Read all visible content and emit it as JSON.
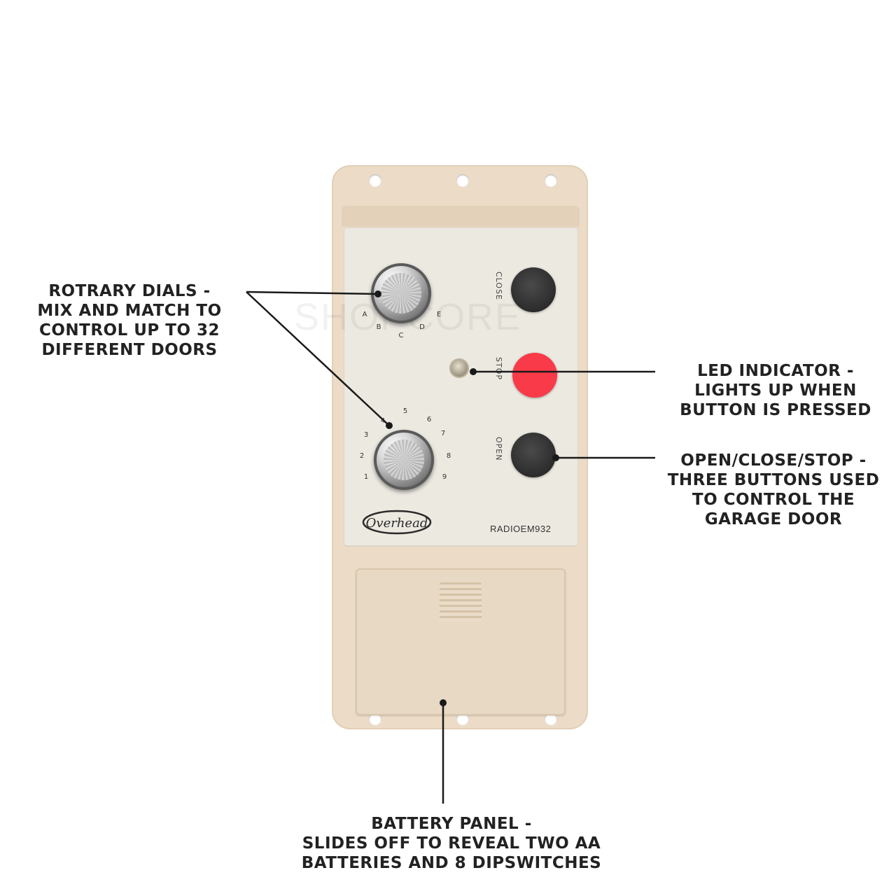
{
  "callouts": {
    "dials": [
      "ROTRARY DIALS -",
      "MIX AND MATCH TO",
      "CONTROL UP TO 32",
      "DIFFERENT DOORS"
    ],
    "led": [
      "LED INDICATOR -",
      "LIGHTS UP WHEN",
      "BUTTON IS PRESSED"
    ],
    "buttons": [
      "OPEN/CLOSE/STOP -",
      "THREE BUTTONS USED",
      "TO CONTROL THE",
      "GARAGE DOOR"
    ],
    "battery": [
      "BATTERY PANEL -",
      "SLIDES OFF TO REVEAL TWO AA",
      "BATTERIES AND 8 DIPSWITCHES"
    ]
  },
  "device": {
    "model": "RADIOEM932",
    "brand": "Overhead",
    "watermark": "SHOPCORE",
    "letter_dial_marks": [
      "A",
      "B",
      "C",
      "D",
      "E"
    ],
    "number_dial_marks": [
      "1",
      "2",
      "3",
      "4",
      "5",
      "6",
      "7",
      "8",
      "9"
    ],
    "button_labels": [
      "CLOSE",
      "STOP",
      "OPEN"
    ],
    "colors": {
      "housing": "#ecdcc7",
      "faceplate": "#ece9e1",
      "stop_button": "#f93a48",
      "dark_button": "#2c2c2c",
      "leader_line": "#1a1a1a"
    }
  }
}
